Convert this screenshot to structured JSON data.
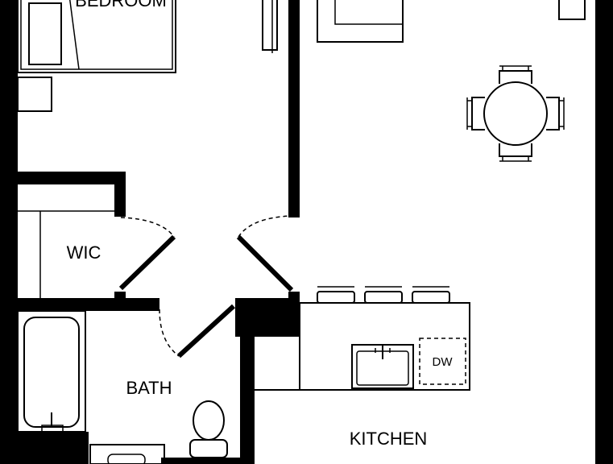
{
  "plan": {
    "rooms": {
      "bedroom": "BEDROOM",
      "wic": "WIC",
      "bath": "BATH",
      "kitchen": "KITCHEN"
    },
    "appliances": {
      "dishwasher": "DW"
    },
    "colors": {
      "wall": "#000000",
      "background": "#ffffff"
    }
  }
}
